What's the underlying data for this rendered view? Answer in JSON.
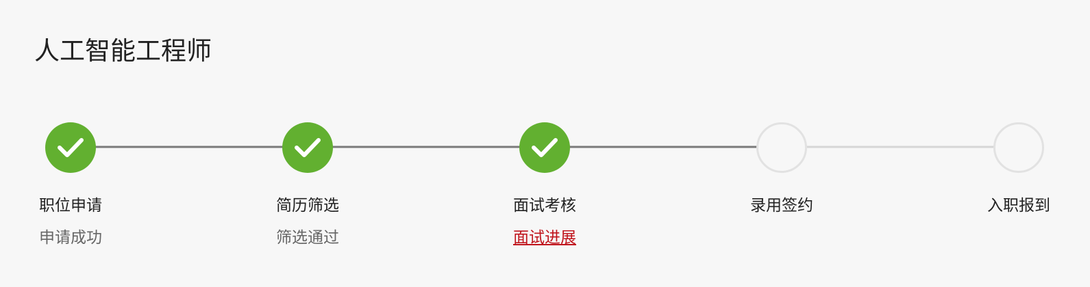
{
  "page": {
    "title": "人工智能工程师"
  },
  "colors": {
    "completed": "#62b030",
    "connector_done": "#7a7a7a",
    "connector_todo": "#d6d6d6",
    "pending_border": "#e2e2e2",
    "link": "#c0141c",
    "status_text": "#666666"
  },
  "steps": [
    {
      "name": "职位申请",
      "status": "申请成功",
      "state": "completed",
      "icon": "check-icon"
    },
    {
      "name": "简历筛选",
      "status": "筛选通过",
      "state": "completed",
      "icon": "check-icon"
    },
    {
      "name": "面试考核",
      "status": "面试进展",
      "state": "completed",
      "icon": "check-icon",
      "status_is_link": true
    },
    {
      "name": "录用签约",
      "state": "pending"
    },
    {
      "name": "入职报到",
      "state": "pending"
    }
  ]
}
